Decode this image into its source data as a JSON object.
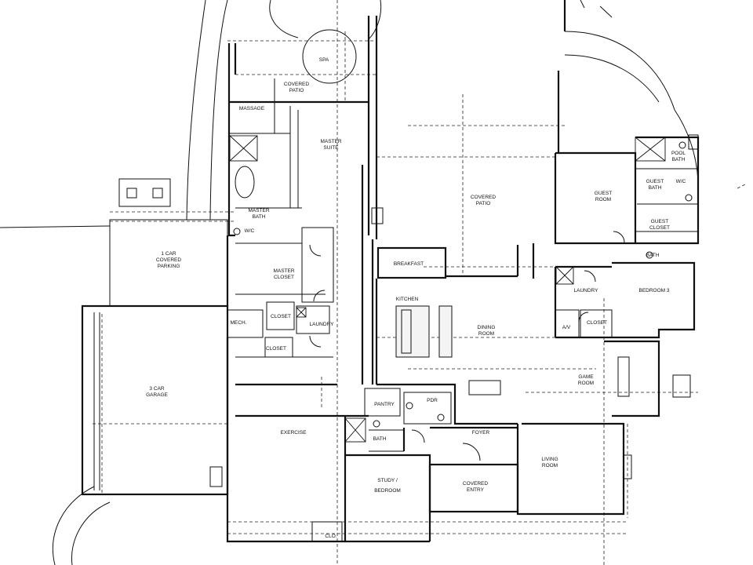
{
  "rooms": {
    "spa": "SPA",
    "covered_patio_master": [
      "COVERED",
      "PATIO"
    ],
    "massage": "MASSAGE",
    "master_suite": [
      "MASTER",
      "SUITE"
    ],
    "master_bath": [
      "MASTER",
      "BATH"
    ],
    "wc_master": "W/C",
    "one_car_covered_parking": [
      "1 CAR",
      "COVERED",
      "PARKING"
    ],
    "master_closet": [
      "MASTER",
      "CLOSET"
    ],
    "mech": "MECH.",
    "closet_a": "CLOSET",
    "laundry_a": "LAUNDRY",
    "closet_b": "CLOSET",
    "three_car_garage": [
      "3 CAR",
      "GARAGE"
    ],
    "exercise": "EXERCISE",
    "breakfast": "BREAKFAST",
    "kitchen": "KITCHEN",
    "dining_room": [
      "DINING",
      "ROOM"
    ],
    "covered_patio_main": [
      "COVERED",
      "PATIO"
    ],
    "pantry": "PANTRY",
    "pdr": "PDR",
    "bath_lower": "BATH",
    "study_bedroom": [
      "STUDY /",
      "BEDROOM"
    ],
    "foyer": "FOYER",
    "covered_entry": [
      "COVERED",
      "ENTRY"
    ],
    "clo": "CLO.",
    "living_room": [
      "LIVING",
      "ROOM"
    ],
    "game_room": [
      "GAME",
      "ROOM"
    ],
    "guest_room": [
      "GUEST",
      "ROOM"
    ],
    "guest_bath": [
      "GUEST",
      "BATH"
    ],
    "wc_guest": "W/C",
    "guest_closet": [
      "GUEST",
      "CLOSET"
    ],
    "pool_bath": [
      "POOL",
      "BATH"
    ],
    "bath_right": "BATH",
    "bedroom_3": "BEDROOM 3",
    "laundry_b": "LAUNDRY",
    "av": "A/V",
    "closet_c": "CLOSET"
  }
}
